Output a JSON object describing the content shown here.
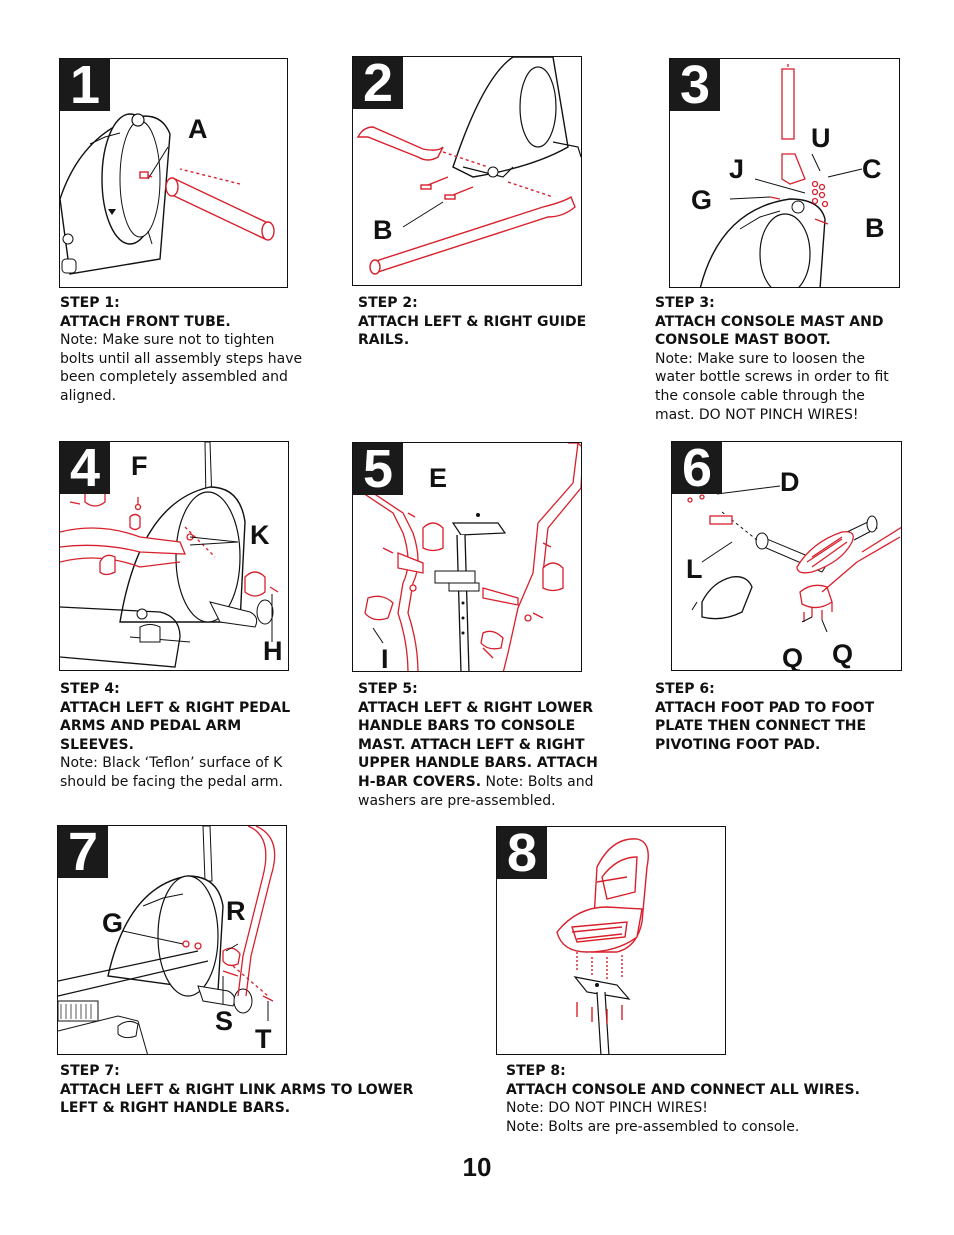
{
  "steps": [
    {
      "number": "1",
      "labels": [
        "A"
      ],
      "title": "STEP 1:",
      "heading": "ATTACH FRONT TUBE.",
      "note": "Note: Make sure not to tighten bolts until all assembly steps have been completely assembled and aligned."
    },
    {
      "number": "2",
      "labels": [
        "B"
      ],
      "title": "STEP 2:",
      "heading": "ATTACH LEFT & RIGHT GUIDE RAILS.",
      "note": ""
    },
    {
      "number": "3",
      "labels": [
        "U",
        "J",
        "C",
        "G",
        "B"
      ],
      "title": "STEP 3:",
      "heading": "ATTACH CONSOLE MAST AND CONSOLE MAST BOOT.",
      "note": "Note: Make sure to loosen the water bottle screws in order to fit the console cable through the mast. DO NOT PINCH WIRES!"
    },
    {
      "number": "4",
      "labels": [
        "F",
        "K",
        "H"
      ],
      "title": "STEP 4:",
      "heading": "ATTACH LEFT & RIGHT PEDAL ARMS AND PEDAL ARM SLEEVES.",
      "note": "Note: Black ‘Teflon’ surface of K should be facing the pedal arm."
    },
    {
      "number": "5",
      "labels": [
        "E",
        "I"
      ],
      "title": "STEP 5:",
      "heading": "ATTACH LEFT & RIGHT LOWER HANDLE BARS TO CONSOLE MAST.  ATTACH LEFT & RIGHT UPPER HANDLE BARS. ATTACH H-BAR COVERS.",
      "note": "Note: Bolts and washers are pre-assembled."
    },
    {
      "number": "6",
      "labels": [
        "D",
        "L",
        "Q",
        "Q"
      ],
      "title": "STEP 6:",
      "heading": "ATTACH FOOT PAD TO FOOT PLATE THEN CONNECT THE PIVOTING FOOT PAD.",
      "note": ""
    },
    {
      "number": "7",
      "labels": [
        "G",
        "R",
        "S",
        "T"
      ],
      "title": "STEP 7:",
      "heading": "ATTACH LEFT & RIGHT LINK ARMS TO LOWER LEFT & RIGHT HANDLE BARS.",
      "note": ""
    },
    {
      "number": "8",
      "labels": [],
      "title": "STEP 8:",
      "heading": "ATTACH CONSOLE AND CONNECT ALL WIRES.",
      "note": "Note: DO NOT PINCH WIRES!",
      "note2": "Note: Bolts are pre-assembled to console."
    }
  ],
  "page_number": "10",
  "colors": {
    "ink": "#111111",
    "part_red": "#d8202c",
    "number_bg": "#1a1a1a"
  }
}
